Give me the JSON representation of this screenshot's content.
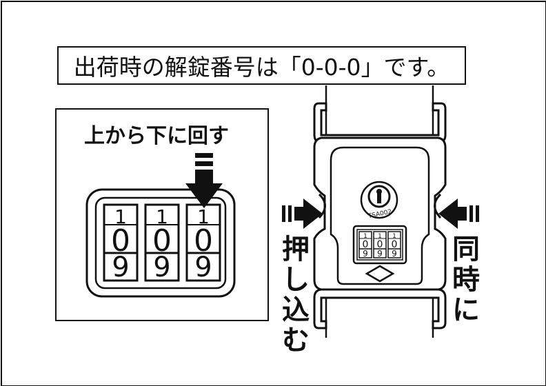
{
  "title": "出荷時の解錠番号は「0-0-0」です。",
  "panel": {
    "heading": "上から下に回す",
    "dials": [
      {
        "top": "1",
        "middle": "0",
        "bottom": "9"
      },
      {
        "top": "1",
        "middle": "0",
        "bottom": "9"
      },
      {
        "top": "1",
        "middle": "0",
        "bottom": "9"
      }
    ]
  },
  "buckle": {
    "key_label": "TSA002",
    "small_dials": [
      {
        "top": "1",
        "middle": "0",
        "bottom": "9"
      },
      {
        "top": "1",
        "middle": "0",
        "bottom": "9"
      },
      {
        "top": "1",
        "middle": "0",
        "bottom": "9"
      }
    ]
  },
  "labels": {
    "push": "押し込む",
    "simultaneous": "同時に"
  }
}
